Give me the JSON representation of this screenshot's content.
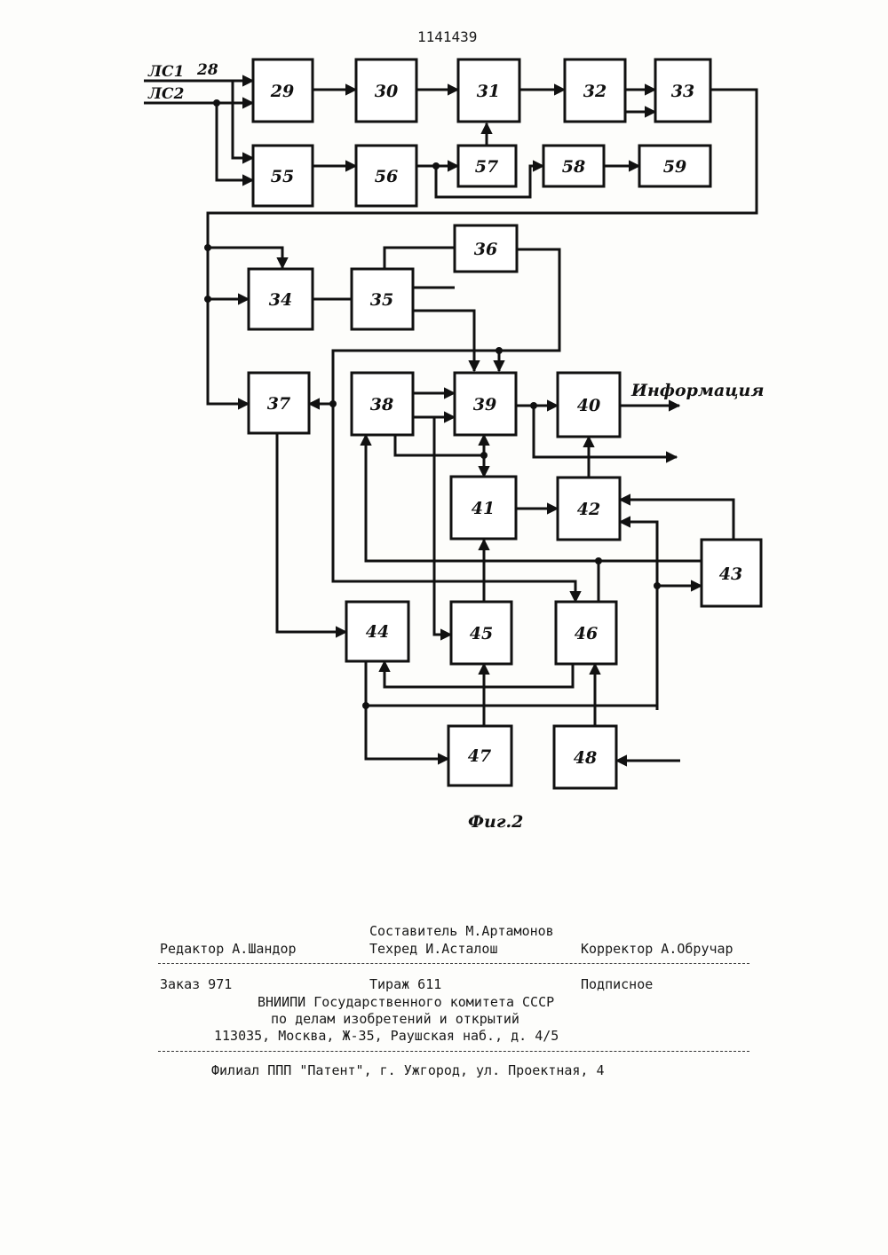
{
  "header": {
    "patent_number": "1141439"
  },
  "diagram": {
    "inputs": {
      "ls1": "ЛС1",
      "ls2": "ЛС2",
      "node": "28"
    },
    "blocks": [
      "29",
      "30",
      "31",
      "32",
      "33",
      "55",
      "56",
      "57",
      "58",
      "59",
      "36",
      "34",
      "35",
      "37",
      "38",
      "39",
      "40",
      "41",
      "42",
      "43",
      "44",
      "45",
      "46",
      "47",
      "48"
    ],
    "output_label": "Информация",
    "caption": "Фиг.2"
  },
  "imprint": {
    "compiler": "Составитель М.Артамонов",
    "editor": "Редактор А.Шандор",
    "techred": "Техред И.Асталош",
    "corrector": "Корректор А.Обручар",
    "order": "Заказ 971",
    "circulation": "Тираж 611",
    "subscription": "Подписное",
    "org_line1": "ВНИИПИ Государственного комитета СССР",
    "org_line2": "по делам изобретений и открытий",
    "address": "113035, Москва, Ж-35, Раушская наб., д. 4/5",
    "branch": "Филиал ППП \"Патент\", г. Ужгород, ул. Проектная, 4"
  }
}
